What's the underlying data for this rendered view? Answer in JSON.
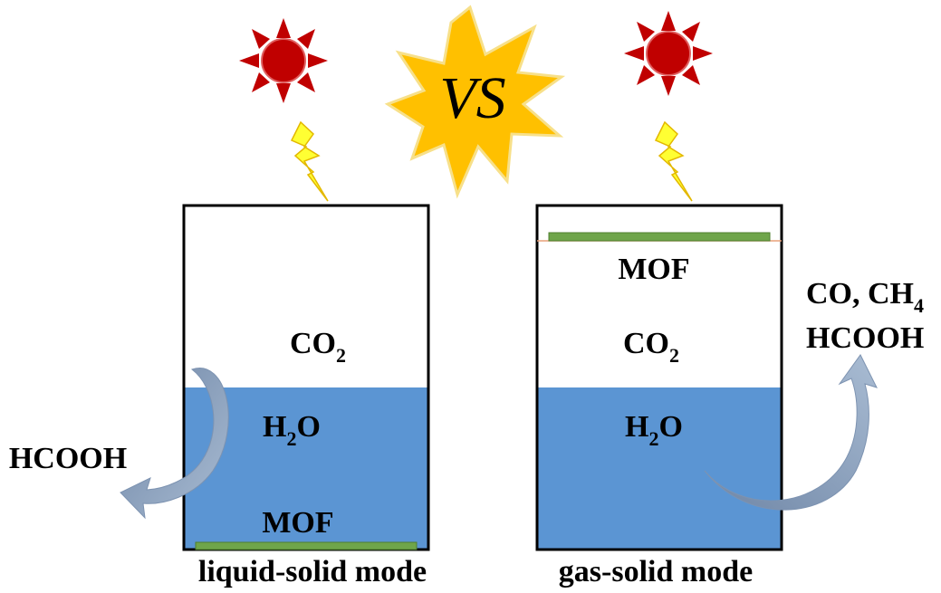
{
  "vs_text": "VS",
  "left_panel": {
    "gas_label": "CO",
    "gas_sub": "2",
    "water_label_a": "H",
    "water_sub": "2",
    "water_label_b": "O",
    "catalyst_label": "MOF",
    "product": "HCOOH",
    "caption": "liquid-solid mode"
  },
  "right_panel": {
    "catalyst_label": "MOF",
    "gas_label": "CO",
    "gas_sub": "2",
    "water_label_a": "H",
    "water_sub": "2",
    "water_label_b": "O",
    "product_line1_a": "CO, CH",
    "product_line1_sub": "4",
    "product_line2": "HCOOH",
    "caption": "gas-solid mode"
  },
  "colors": {
    "water": "#5b95d3",
    "catalyst": "#6fa54a",
    "sun": "#c00000",
    "lightning": "#ffff33",
    "lightning_stroke": "#e3b800",
    "burst": "#ffc000",
    "burst_stroke": "#f7e08a",
    "vs_text": "#4d5d6e",
    "arrow": "#8ca2bd"
  }
}
